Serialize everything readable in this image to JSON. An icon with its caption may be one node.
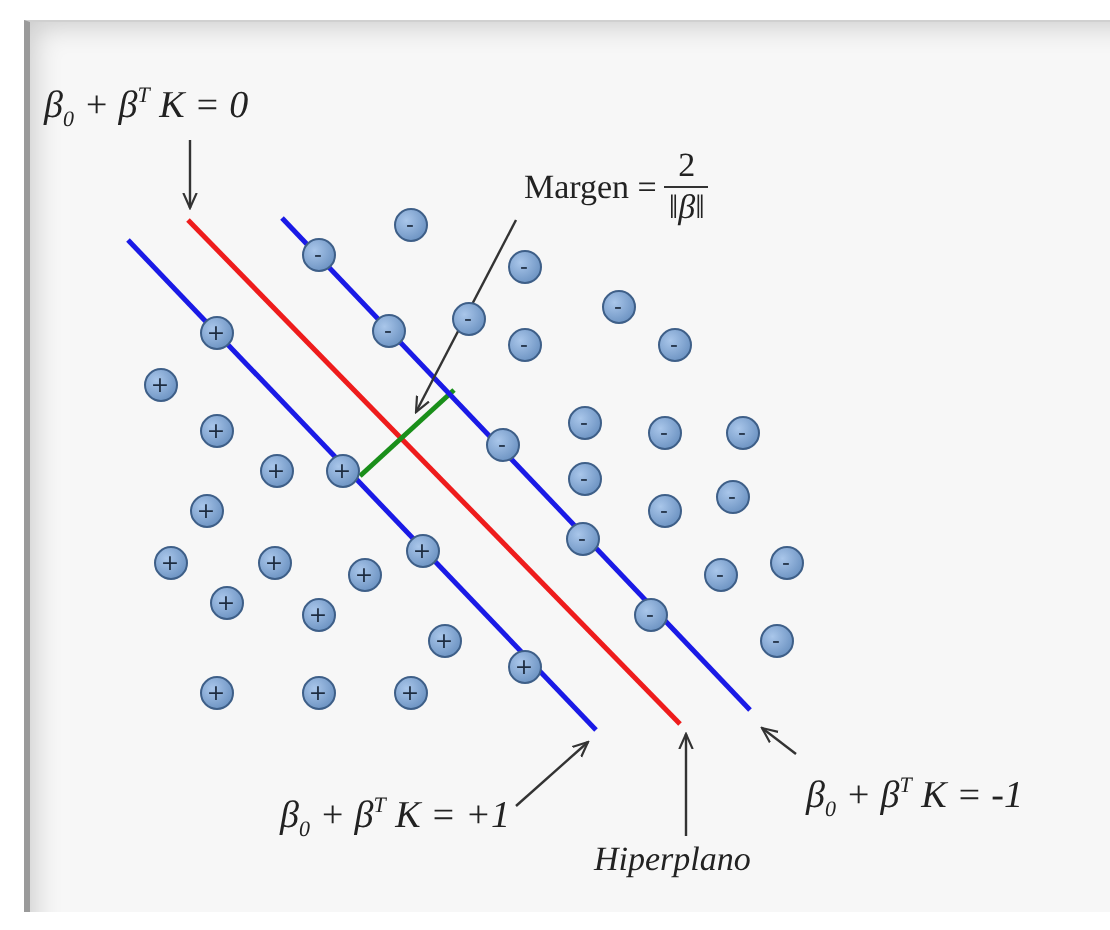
{
  "diagram": {
    "nodes": [
      {
        "text": [
          "β$_{0}$ + β$^{T}$ K = 0"
        ]
      },
      {
        "text": [],
        "shape": "line"
      },
      {
        "text": [
          "Margen =",
          "2",
          "‖β‖"
        ]
      },
      {
        "text": [],
        "shape": "line"
      },
      {
        "text": [],
        "shape": "line"
      },
      {
        "text": [],
        "shape": "line"
      },
      {
        "text": [
          "β$_{0}$ + β$^{T}$ K = +1"
        ]
      },
      {
        "text": [
          "Hiperplano"
        ]
      },
      {
        "text": [
          "β$_{0}$ + β$^{T}$ K = -1"
        ]
      }
    ],
    "edges": [
      {
        "from": 0,
        "to": 1,
        "arrow": "to"
      },
      {
        "from": 2,
        "to": 3,
        "arrow": "to"
      },
      {
        "from": 6,
        "to": 4,
        "arrow": "to"
      },
      {
        "from": 7,
        "to": 1,
        "arrow": "to"
      },
      {
        "from": 8,
        "to": 5,
        "arrow": "to"
      }
    ],
    "labels": [
      "-",
      "-",
      "-",
      "-",
      "-",
      "-",
      "+",
      "-",
      "-",
      "+",
      "+",
      "-",
      "-",
      "-",
      "-",
      "+",
      "+",
      "-",
      "-",
      "+",
      "-",
      "-",
      "+",
      "+",
      "+",
      "-",
      "+",
      "-",
      "+",
      "+",
      "-",
      "+",
      "-",
      "+",
      "+",
      "+",
      "+"
    ]
  }
}
